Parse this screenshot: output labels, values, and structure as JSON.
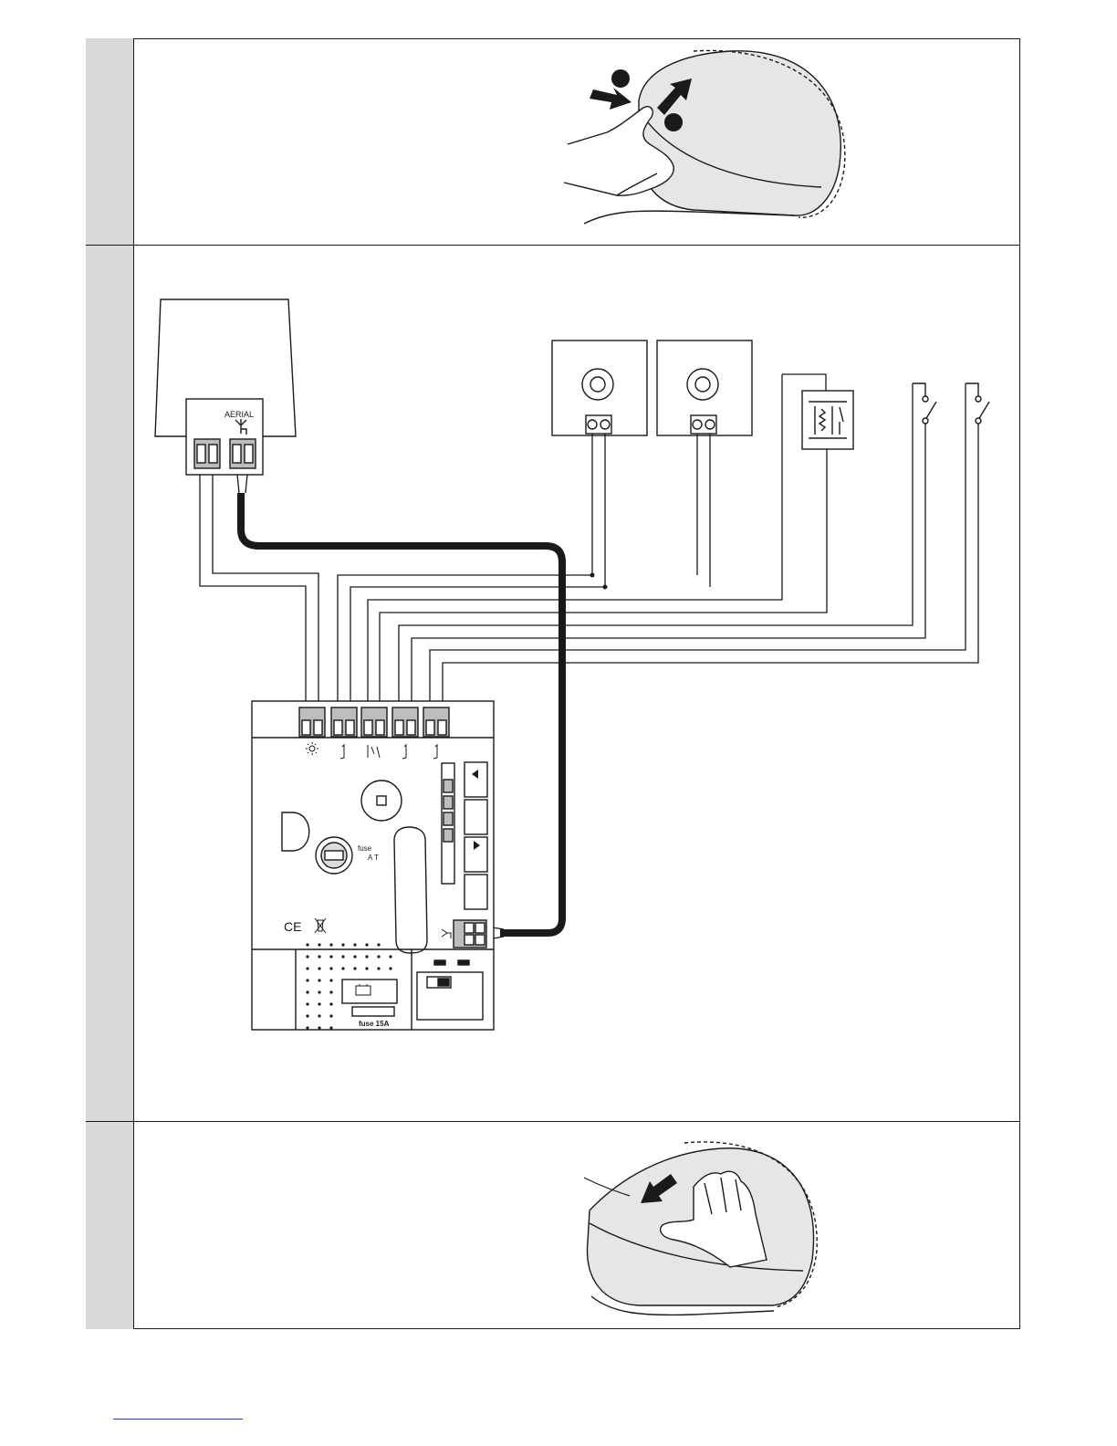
{
  "receiver": {
    "aerial_label": "AERIAL"
  },
  "board": {
    "fuse_label": "fuse",
    "fuse_rating": "A T",
    "main_fuse_label": "fuse 15A",
    "ce_mark": "CE"
  },
  "icons": [
    "hand-removing-cover-icon",
    "hand-fitting-cover-icon",
    "lamp-icon",
    "photocell-icon",
    "sensitive-edge-icon",
    "pushbutton-icon",
    "aerial-icon",
    "battery-icon",
    "weee-bin-icon"
  ],
  "colors": {
    "line": "#1a1a1a",
    "side_column": "#d9d9d9",
    "cover_fill": "#e6e6e6",
    "footer_link": "#2a3bd6"
  }
}
